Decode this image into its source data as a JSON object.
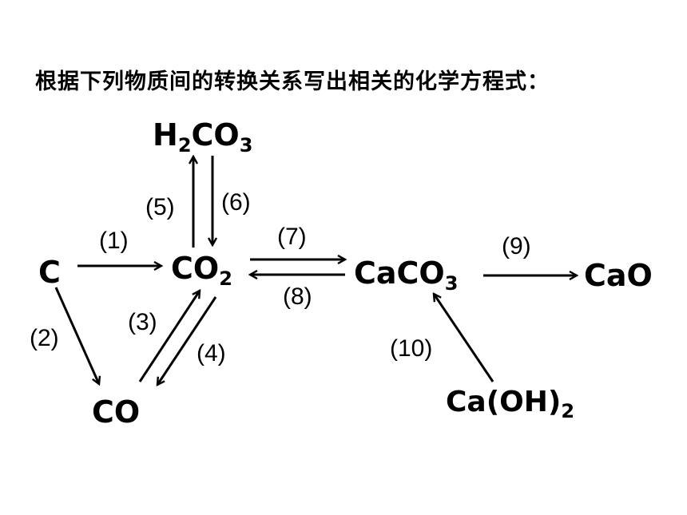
{
  "title": "根据下列物质间的转换关系写出相关的化学方程式：",
  "nodes": {
    "h2co3": {
      "main": "H",
      "sub1": "2",
      "mid": "CO",
      "sub2": "3"
    },
    "c": {
      "main": "C"
    },
    "co2": {
      "main": "CO",
      "sub": "2"
    },
    "co": {
      "main": "CO"
    },
    "caco3": {
      "main": "CaCO",
      "sub": "3"
    },
    "cao": {
      "main": "CaO"
    },
    "caoh2": {
      "main": "Ca(OH)",
      "sub": "2"
    }
  },
  "labels": {
    "r1": "(1)",
    "r2": "(2)",
    "r3": "(3)",
    "r4": "(4)",
    "r5": "(5)",
    "r6": "(6)",
    "r7": "(7)",
    "r8": "(8)",
    "r9": "(9)",
    "r10": "(10)"
  }
}
